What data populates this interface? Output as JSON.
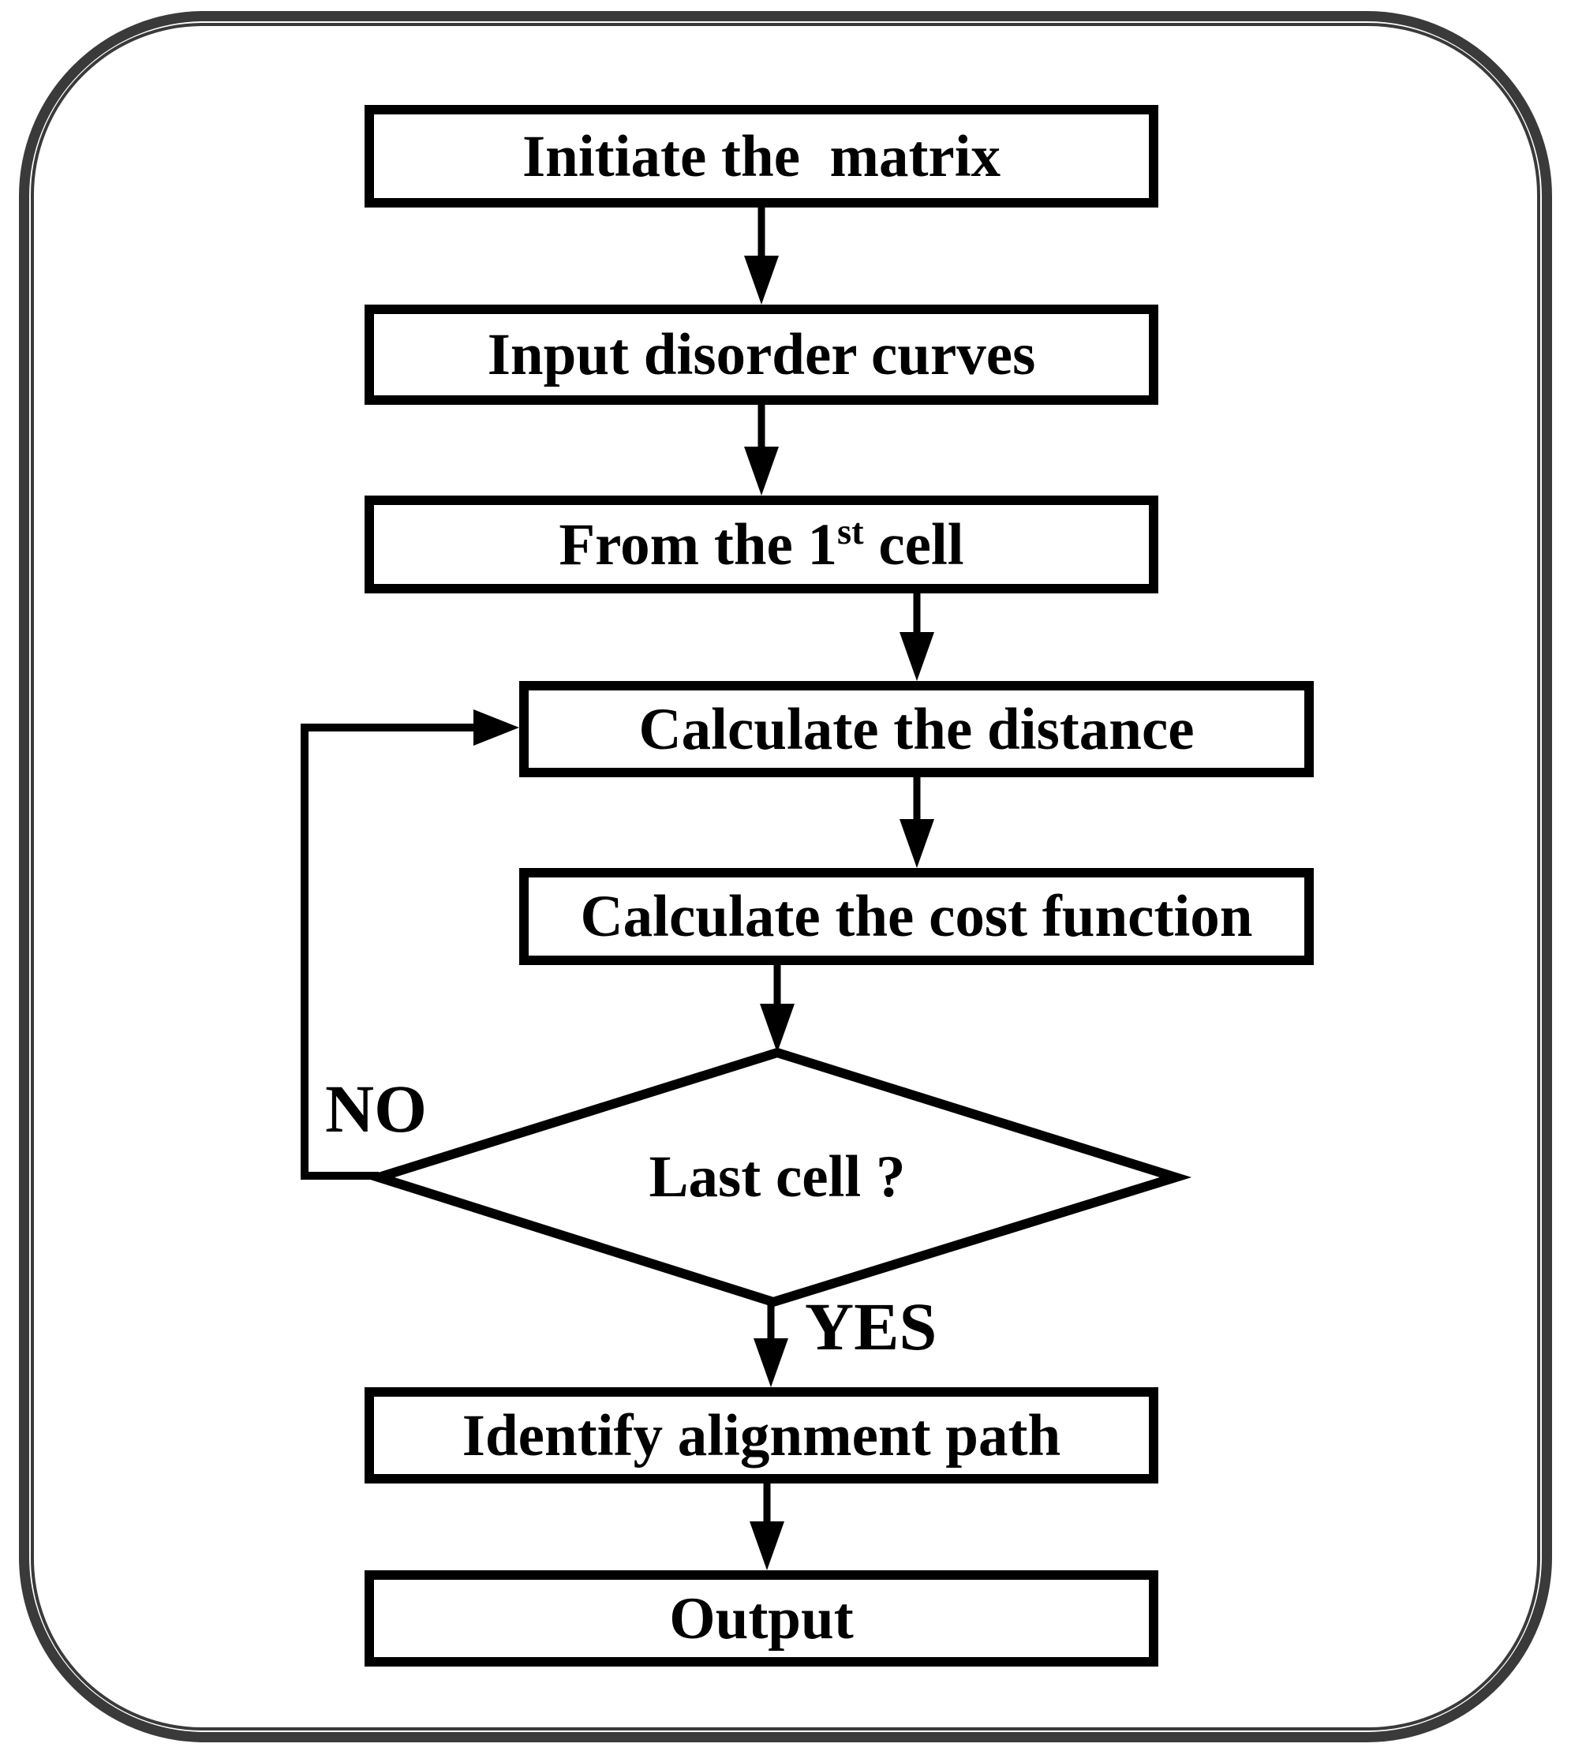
{
  "page": {
    "background_color": "#ffffff",
    "frame_color": "#3a3a3a",
    "line_color": "#000000",
    "text_color": "#000000"
  },
  "flowchart": {
    "nodes": [
      {
        "id": "initiate-matrix",
        "shape": "rectangle",
        "label": "Initiate the  matrix"
      },
      {
        "id": "input-curves",
        "shape": "rectangle",
        "label": "Input disorder curves"
      },
      {
        "id": "from-first-cell",
        "shape": "rectangle",
        "label_prefix": "From the 1",
        "label_sup": "st",
        "label_suffix": " cell"
      },
      {
        "id": "calc-distance",
        "shape": "rectangle",
        "label": "Calculate the distance"
      },
      {
        "id": "calc-cost",
        "shape": "rectangle",
        "label": "Calculate the cost function"
      },
      {
        "id": "last-cell",
        "shape": "diamond",
        "label": "Last cell ?"
      },
      {
        "id": "identify-path",
        "shape": "rectangle",
        "label": "Identify alignment path"
      },
      {
        "id": "output",
        "shape": "rectangle",
        "label": "Output"
      }
    ],
    "edge_labels": {
      "no": "NO",
      "yes": "YES"
    }
  }
}
